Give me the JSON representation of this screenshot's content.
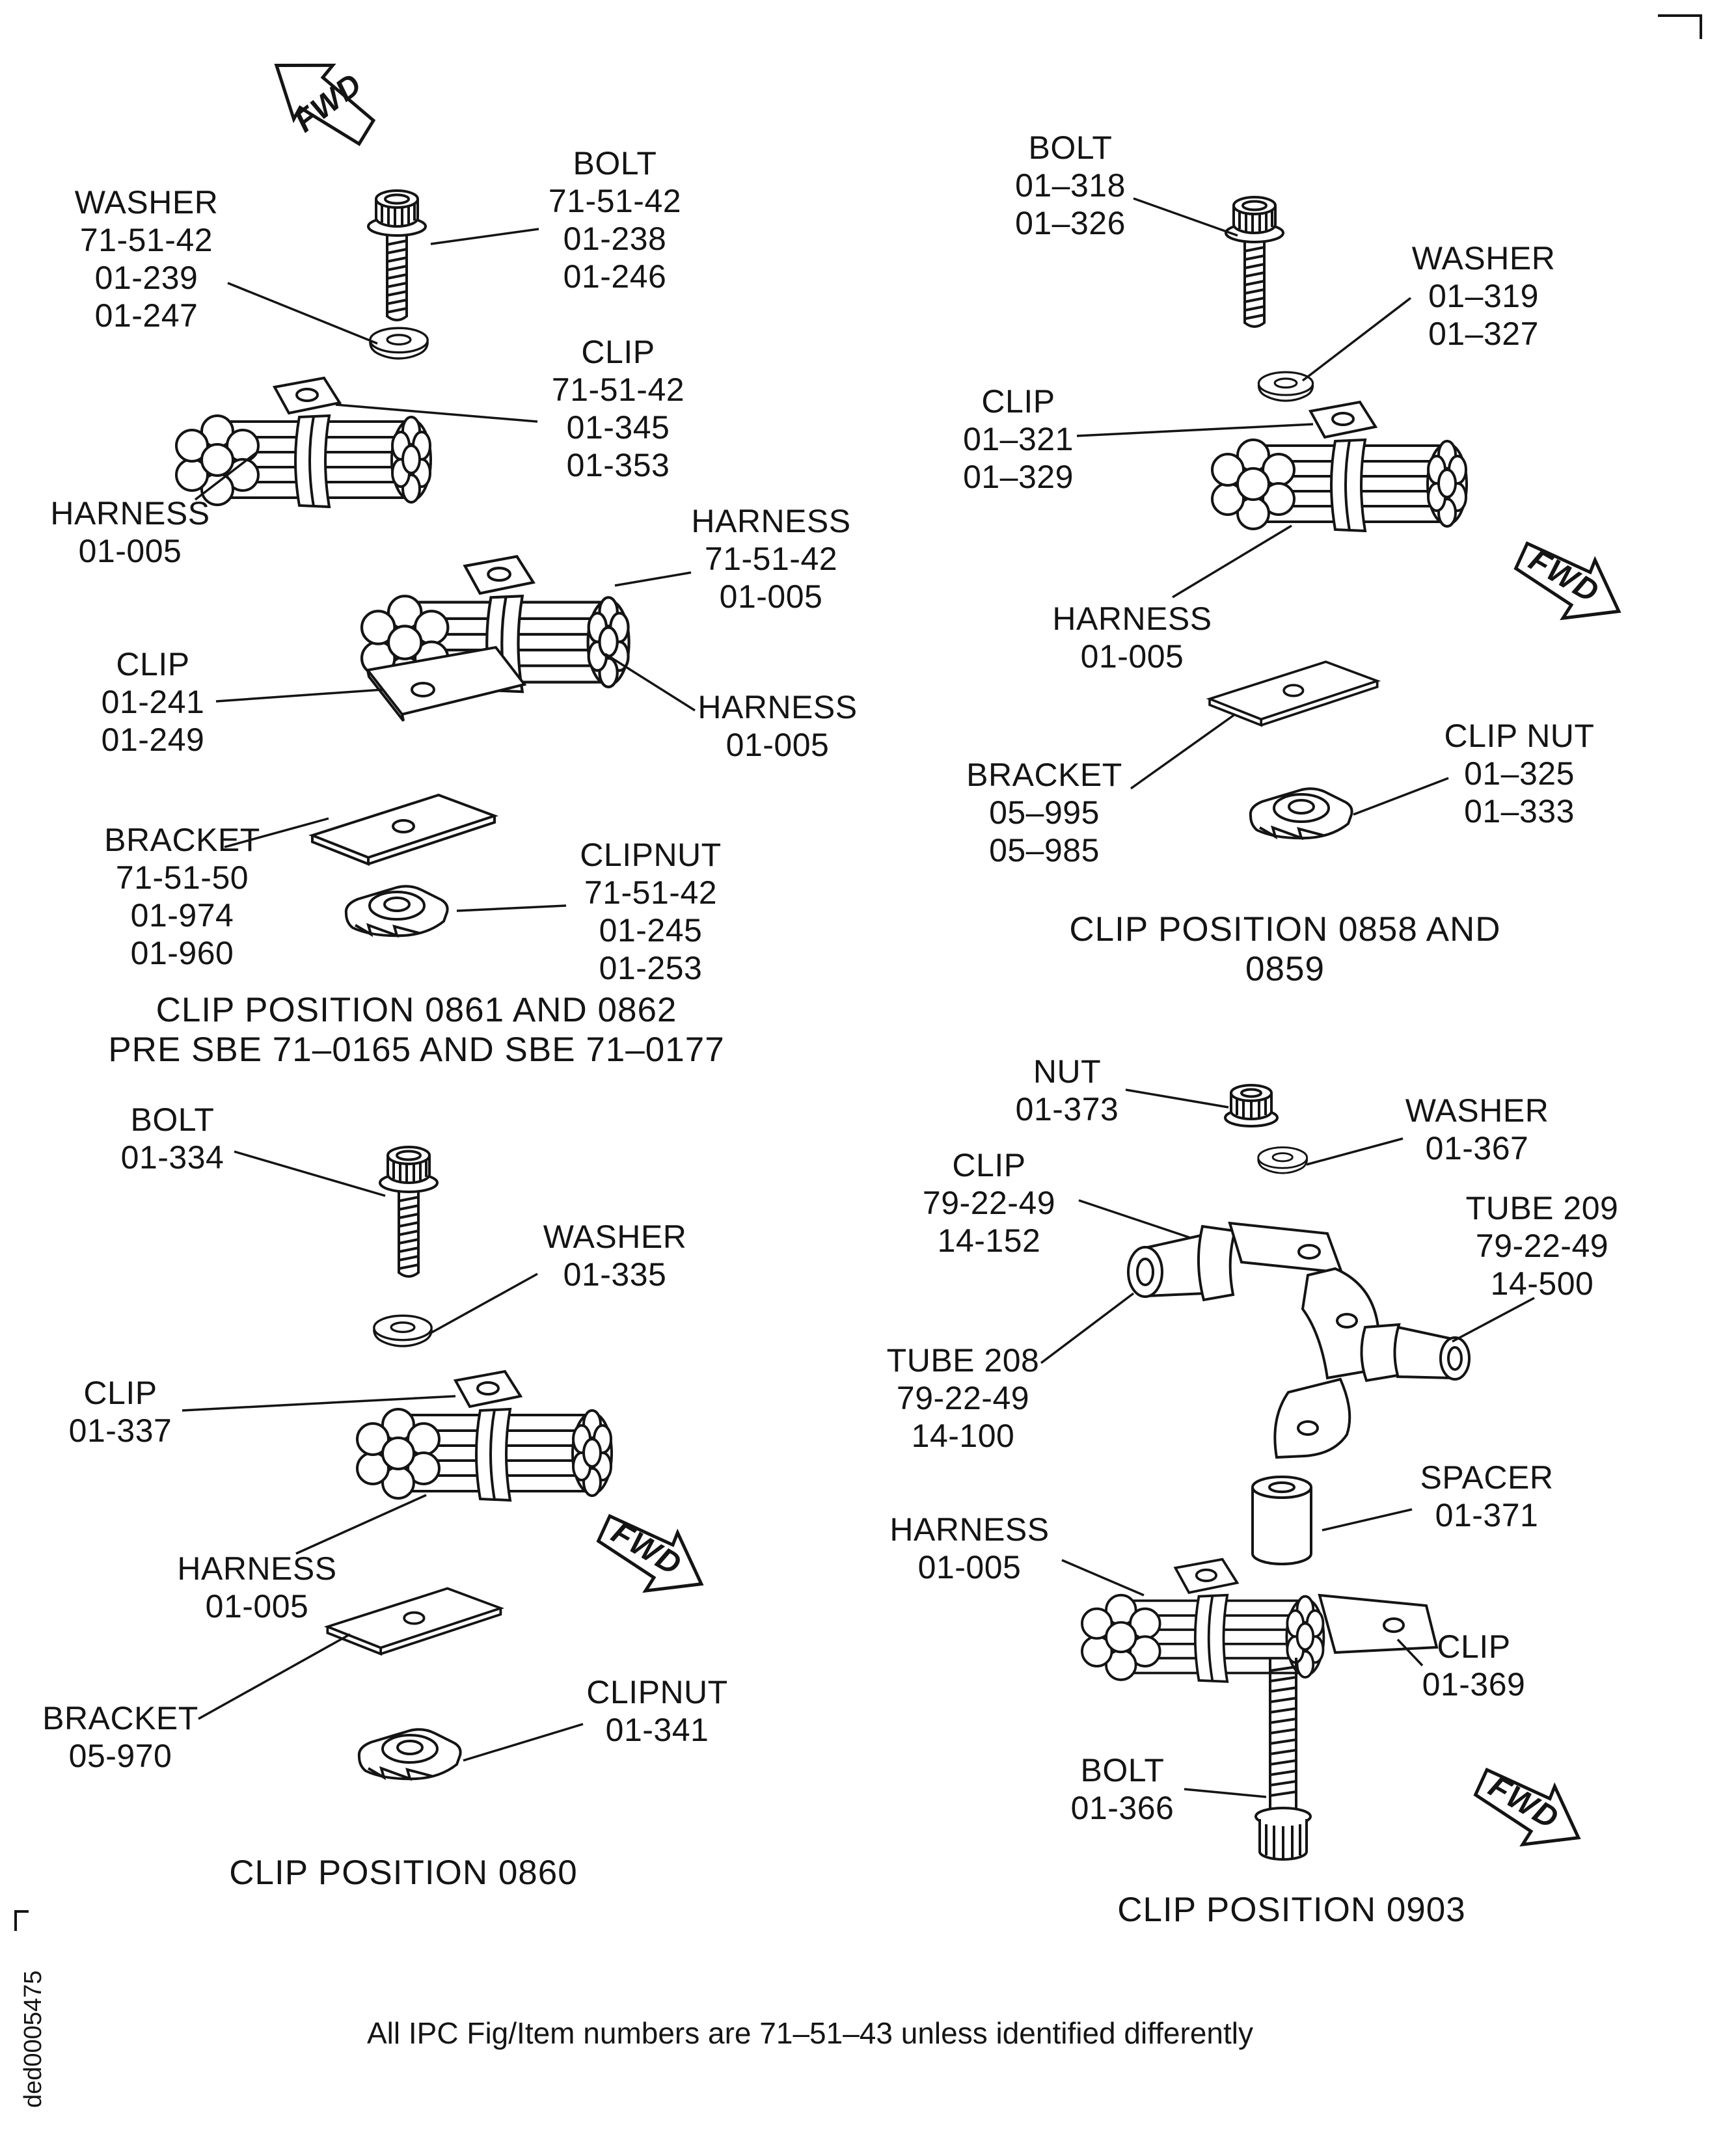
{
  "meta": {
    "ink_color": "#141414",
    "background_color": "#ffffff"
  },
  "fwd": "FWD",
  "footer": "All IPC Fig/Item numbers are 71–51–43 unless identified differently",
  "doc_id": "ded0005475",
  "q1": {
    "labels": {
      "washer": "WASHER\n71-51-42\n01-239\n01-247",
      "bolt": "BOLT\n71-51-42\n01-238\n01-246",
      "clip_top": "CLIP\n71-51-42\n01-345\n01-353",
      "harness_left": "HARNESS\n01-005",
      "harness_right": "HARNESS\n71-51-42\n01-005",
      "clip_left": "CLIP\n01-241\n01-249",
      "harness_lower": "HARNESS\n01-005",
      "bracket": "BRACKET\n71-51-50\n01-974\n01-960",
      "clipnut": "CLIPNUT\n71-51-42\n01-245\n01-253"
    },
    "caption": "CLIP POSITION 0861 AND 0862\nPRE SBE 71–0165 AND SBE 71–0177"
  },
  "q2": {
    "labels": {
      "bolt": "BOLT\n01–318\n01–326",
      "washer": "WASHER\n01–319\n01–327",
      "clip": "CLIP\n01–321\n01–329",
      "harness": "HARNESS\n01-005",
      "bracket": "BRACKET\n05–995\n05–985",
      "clipnut": "CLIP NUT\n01–325\n01–333"
    },
    "caption": "CLIP POSITION 0858 AND 0859"
  },
  "q3": {
    "labels": {
      "bolt": "BOLT\n01-334",
      "washer": "WASHER\n01-335",
      "clip": "CLIP\n01-337",
      "harness": "HARNESS\n01-005",
      "bracket": "BRACKET\n05-970",
      "clipnut": "CLIPNUT\n01-341"
    },
    "caption": "CLIP POSITION 0860"
  },
  "q4": {
    "labels": {
      "nut": "NUT\n01-373",
      "washer": "WASHER\n01-367",
      "clip_top": "CLIP\n79-22-49\n14-152",
      "tube209": "TUBE 209\n79-22-49\n14-500",
      "tube208": "TUBE 208\n79-22-49\n14-100",
      "harness": "HARNESS\n01-005",
      "spacer": "SPACER\n01-371",
      "clip_bottom": "CLIP\n01-369",
      "bolt": "BOLT\n01-366"
    },
    "caption": "CLIP POSITION 0903"
  }
}
